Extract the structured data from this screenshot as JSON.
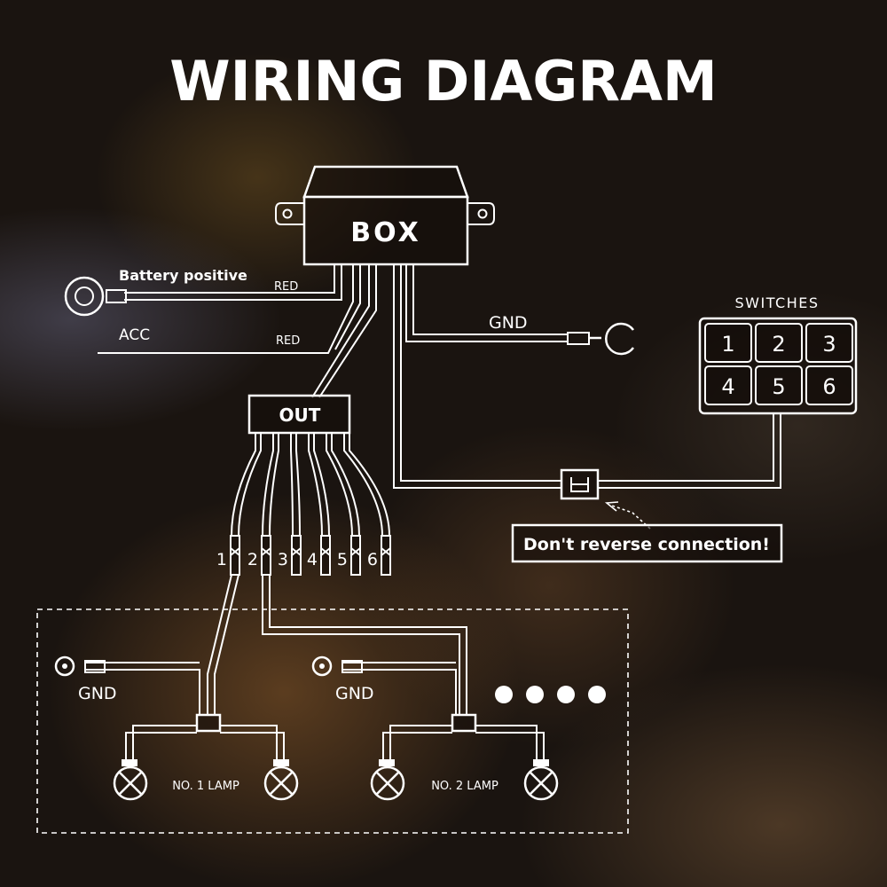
{
  "title": "WIRING DIAGRAM",
  "box_label": "BOX",
  "out_label": "OUT",
  "battery_label": "Battery positive",
  "acc_label": "ACC",
  "red_wire_1": "RED",
  "red_wire_2": "RED",
  "gnd_top": "GND",
  "gnd_lamp1": "GND",
  "gnd_lamp2": "GND",
  "switches_label": "SWITCHES",
  "switch_numbers": [
    "1",
    "2",
    "3",
    "4",
    "5",
    "6"
  ],
  "output_numbers": [
    "1",
    "2",
    "3",
    "4",
    "5",
    "6"
  ],
  "warning": "Don't reverse connection!",
  "lamp1_label": "NO. 1  LAMP",
  "lamp2_label": "NO. 2  LAMP",
  "colors": {
    "line": "#ffffff",
    "background": "#1a1410"
  }
}
